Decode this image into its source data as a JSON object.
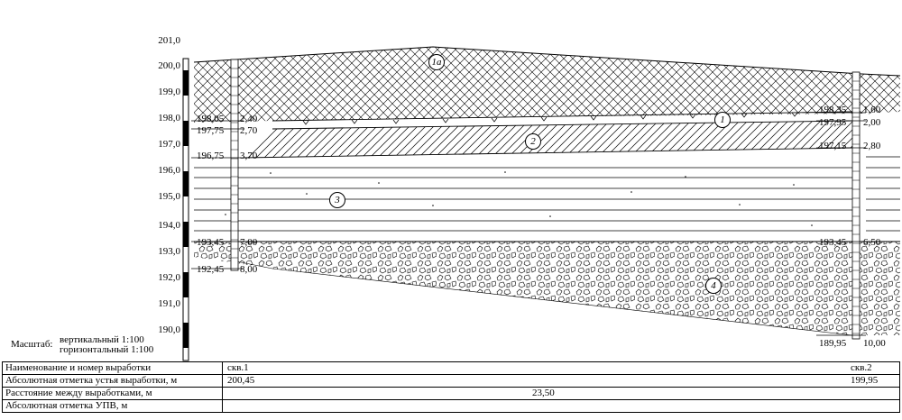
{
  "scale": {
    "ticks": [
      "201,0",
      "200,0",
      "199,0",
      "198,0",
      "197,0",
      "196,0",
      "195,0",
      "194,0",
      "193,0",
      "192,0",
      "191,0",
      "190,0"
    ],
    "title": "Масштаб:",
    "vertical": "вертикальный 1:100",
    "horizontal": "горизонтальный 1:100"
  },
  "boreholes": [
    {
      "name": "скв.1",
      "mouth": "200,45",
      "levels": [
        {
          "elev": "198,05",
          "depth": "2,40"
        },
        {
          "elev": "197,75",
          "depth": "2,70"
        },
        {
          "elev": "196,75",
          "depth": "3,70"
        },
        {
          "elev": "193,45",
          "depth": "7,00"
        },
        {
          "elev": "192,45",
          "depth": "8,00"
        }
      ]
    },
    {
      "name": "скв.2",
      "mouth": "199,95",
      "levels": [
        {
          "elev": "198,35",
          "depth": "1,60"
        },
        {
          "elev": "197,95",
          "depth": "2,00"
        },
        {
          "elev": "197,15",
          "depth": "2,80"
        },
        {
          "elev": "193,45",
          "depth": "6,50"
        },
        {
          "elev": "189,95",
          "depth": "10,00"
        }
      ]
    }
  ],
  "layers": [
    "1а",
    "1",
    "2",
    "3",
    "4"
  ],
  "table": {
    "rows": [
      "Наименование и номер выработки",
      "Абсолютная отметка устья выработки, м",
      "Расстояние между выработками, м",
      "Абсолютная отметка УПВ, м"
    ],
    "distance": "23,50"
  }
}
